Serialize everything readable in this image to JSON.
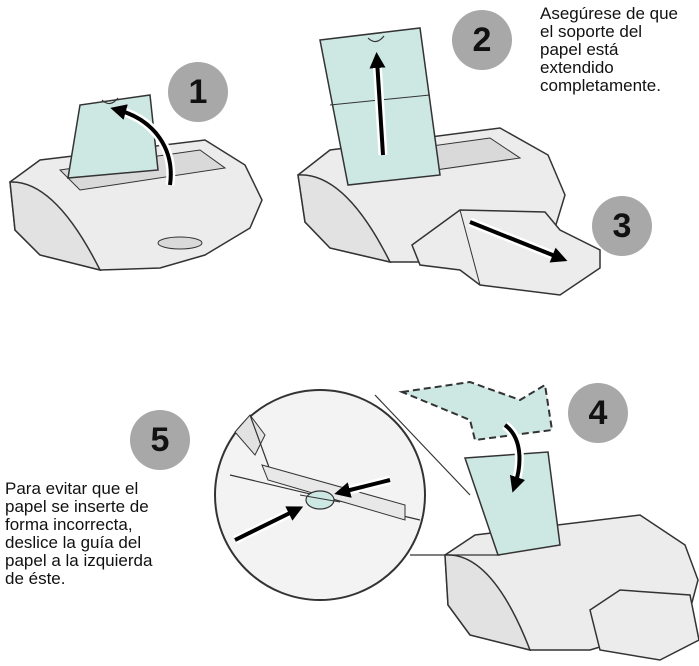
{
  "steps": {
    "s1": "1",
    "s2": "2",
    "s3": "3",
    "s4": "4",
    "s5": "5"
  },
  "captions": {
    "step2": "Asegúrese de que\nel soporte del\npapel está\nextendido\ncompletamente.",
    "step5": "Para evitar que el\npapel se inserte de\nforma incorrecta,\ndeslice la guía del\npapel a la izquierda\nde éste."
  },
  "colors": {
    "printer_body": "#ececec",
    "printer_outline": "#333333",
    "paper_support": "#cde8e3",
    "badge": "#a8a8a8"
  }
}
